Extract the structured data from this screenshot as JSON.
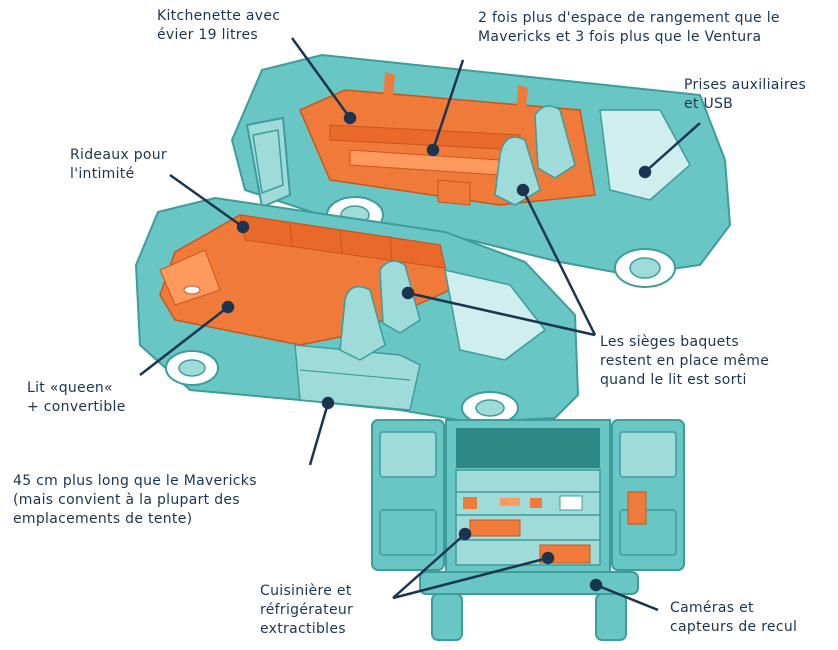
{
  "colors": {
    "teal": "#68c6c4",
    "teal_dark": "#3e9c9b",
    "teal_light": "#9fdcd9",
    "orange": "#f07a3a",
    "orange_dark": "#c9561d",
    "navy": "#1b3550",
    "white": "#ffffff"
  },
  "labels": {
    "kitchenette": [
      "Kitchenette avec",
      "évier 19 litres"
    ],
    "storage": [
      "2 fois plus d'espace de rangement que le",
      "Mavericks et 3 fois plus que le Ventura"
    ],
    "outlets": [
      "Prises auxiliaires",
      "et USB"
    ],
    "curtains": [
      "Rideaux pour",
      "l'intimité"
    ],
    "seats": [
      "Les sièges baquets",
      "restent en place même",
      "quand le lit est sorti"
    ],
    "bed": [
      "Lit «queen«",
      "+ convertible"
    ],
    "length": [
      "45 cm plus long que le Mavericks",
      "(mais convient à la plupart des",
      "emplacements de tente)"
    ],
    "stove": [
      "Cuisinière et",
      "réfrigérateur",
      "extractibles"
    ],
    "cameras": [
      "Caméras et",
      "capteurs de recul"
    ]
  }
}
